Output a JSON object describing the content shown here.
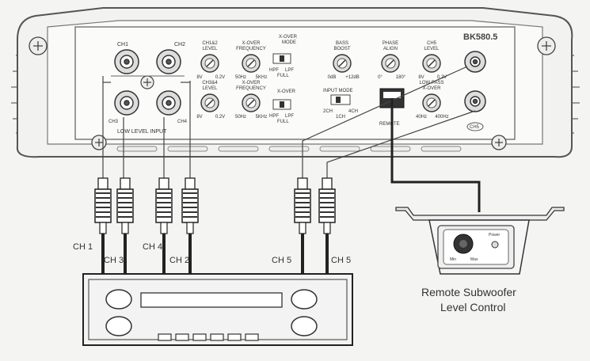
{
  "amplifier": {
    "model": "BK580.5",
    "input_labels": {
      "ch1": "CH1",
      "ch2": "CH2",
      "ch3": "CH3",
      "ch4": "CH4"
    },
    "low_level_input": "LOW LEVEL INPUT",
    "knobs": {
      "ch12_level": {
        "title1": "CH1&2",
        "title2": "LEVEL",
        "min": "8V",
        "max": "0.2V"
      },
      "ch12_xover": {
        "title1": "X-OVER",
        "title2": "FREQUENCY",
        "min": "50Hz",
        "max": "5KHz"
      },
      "ch34_level": {
        "title1": "CH3&4",
        "title2": "LEVEL",
        "min": "8V",
        "max": "0.2V"
      },
      "ch34_xover": {
        "title1": "X-OVER",
        "title2": "FREQUENCY",
        "min": "50Hz",
        "max": "5KHz"
      },
      "bass_boost": {
        "title1": "BASS",
        "title2": "BOOST",
        "min": "0dB",
        "max": "+12dB"
      },
      "phase_align": {
        "title1": "PHASE",
        "title2": "ALIGN",
        "min": "0°",
        "max": "180°"
      },
      "ch5_level": {
        "title1": "CH5",
        "title2": "LEVEL",
        "min": "8V",
        "max": "0.2V"
      },
      "low_pass": {
        "title1": "LOW PASS",
        "title2": "X-OVER",
        "min": "40Hz",
        "max": "400Hz"
      }
    },
    "switches": {
      "xover_mode_top": {
        "title1": "X-OVER",
        "title2": "MODE",
        "options": [
          "HPF",
          "LPF"
        ],
        "bottom": "FULL"
      },
      "xover_mode_bottom": {
        "title1": "X-OVER",
        "title2": "",
        "options": [
          "HPF",
          "LPF"
        ],
        "bottom": "FULL"
      },
      "input_mode": {
        "title": "INPUT MODE",
        "options": [
          "2CH",
          "4CH"
        ],
        "bottom": "1CH"
      }
    },
    "remote_label": "REMOTE",
    "ch5_tag": "CH5"
  },
  "cables": {
    "left_labels": [
      "CH 1",
      "CH 3",
      "CH 4",
      "CH 2"
    ],
    "right_labels": [
      "CH 5",
      "CH 5"
    ]
  },
  "remote_control": {
    "caption_line1": "Remote Subwoofer",
    "caption_line2": "Level Control",
    "dial_min": "Min",
    "dial_max": "Max",
    "led_label": "Power"
  }
}
